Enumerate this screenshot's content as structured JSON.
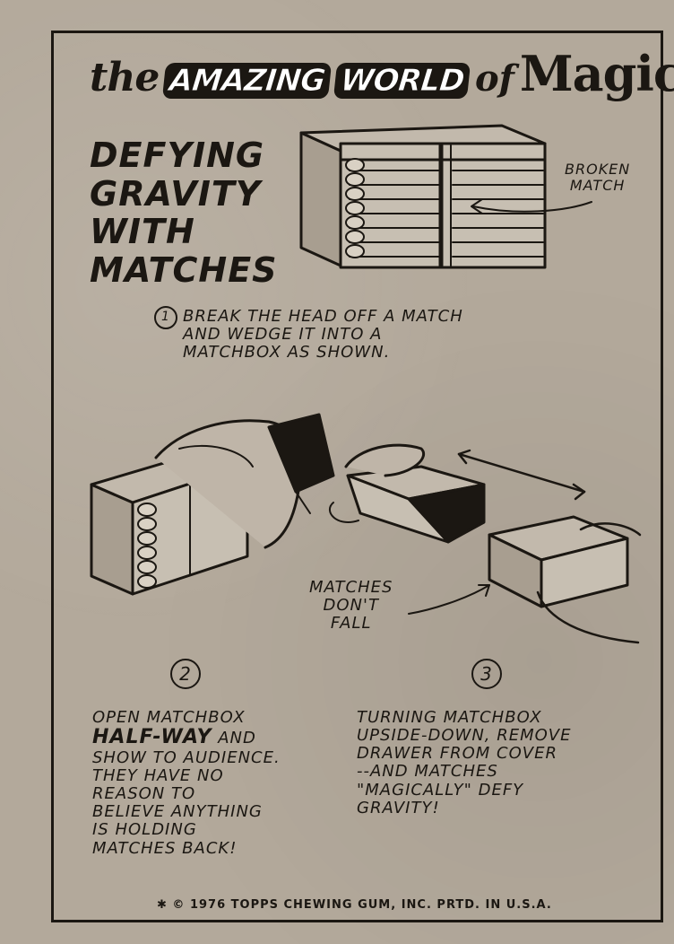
{
  "header": {
    "the": "the",
    "amazing": "AMAZING",
    "world": "WORLD",
    "of": "of",
    "magic": "Magic"
  },
  "title_lines": [
    "DEFYING",
    "GRAVITY",
    "WITH",
    "MATCHES"
  ],
  "labels": {
    "broken_match_1": "BROKEN",
    "broken_match_2": "MATCH",
    "matches_dont_fall_1": "MATCHES",
    "matches_dont_fall_2": "DON'T",
    "matches_dont_fall_3": "FALL"
  },
  "step1": {
    "number": "1",
    "lines": [
      "BREAK THE HEAD OFF A MATCH",
      "AND WEDGE IT INTO A",
      "MATCHBOX AS SHOWN."
    ]
  },
  "step2": {
    "number": "2",
    "lines": [
      "OPEN MATCHBOX",
      "HALF-WAY",
      "AND",
      "SHOW TO AUDIENCE.",
      "THEY HAVE NO",
      "REASON TO",
      "BELIEVE ANYTHING",
      "IS HOLDING",
      "MATCHES BACK!"
    ]
  },
  "step3": {
    "number": "3",
    "lines": [
      "TURNING MATCHBOX",
      "UPSIDE-DOWN, REMOVE",
      "DRAWER FROM COVER",
      "--AND MATCHES",
      "\"MAGICALLY\" DEFY",
      "GRAVITY!"
    ]
  },
  "footer": "✱ © 1976 TOPPS CHEWING GUM, INC. PRTD. IN U.S.A.",
  "colors": {
    "card": "#b3a99b",
    "ink": "#1b1712"
  }
}
